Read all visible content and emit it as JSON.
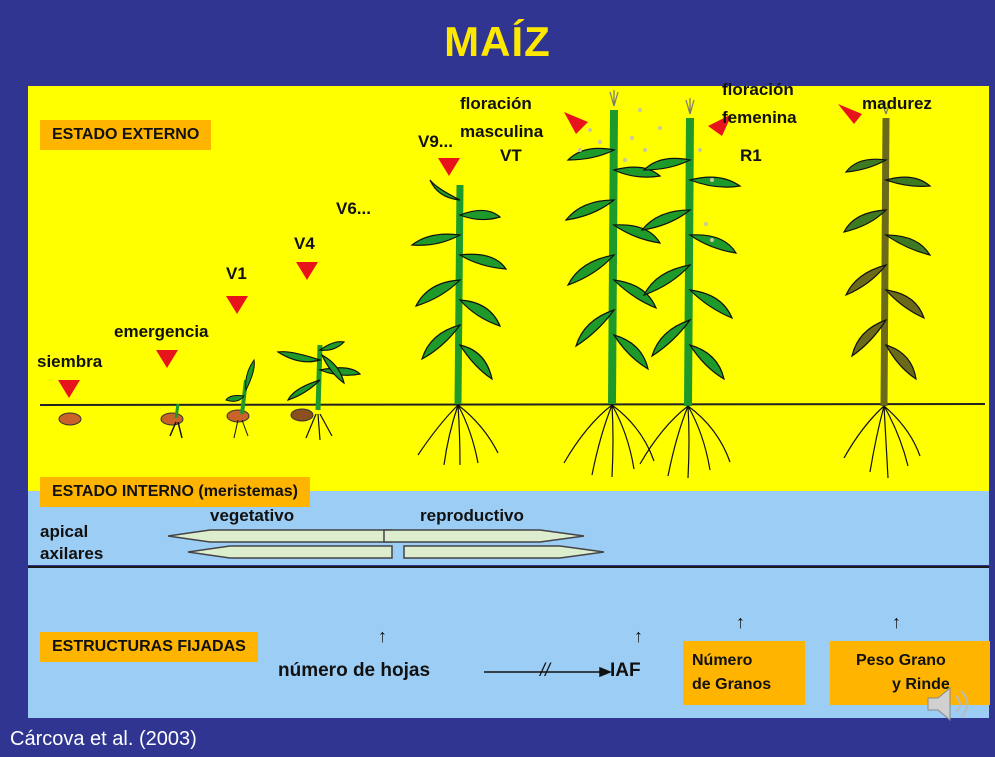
{
  "title": "MAÍZ",
  "sections": {
    "externo": "ESTADO EXTERNO",
    "interno": "ESTADO INTERNO (meristemas)",
    "fijadas": "ESTRUCTURAS FIJADAS"
  },
  "stages": {
    "siembra": "siembra",
    "emergencia": "emergencia",
    "v1": "V1",
    "v4": "V4",
    "v6": "V6...",
    "v9": "V9...",
    "floracion_masc_1": "floración",
    "floracion_masc_2": "masculina",
    "vt": "VT",
    "floracion_fem_1": "floración",
    "floracion_fem_2": "femenina",
    "r1": "R1",
    "madurez": "madurez"
  },
  "meristems": {
    "apical": "apical",
    "axilares": "axilares",
    "vegetativo": "vegetativo",
    "reproductivo": "reproductivo"
  },
  "structures": {
    "numero_hojas": "número de hojas",
    "break_mark": "//",
    "iaf": "IAF",
    "granos_1": "Número",
    "granos_2": "de Granos",
    "peso_1": "Peso Grano",
    "peso_2": "y Rinde"
  },
  "credit": "Cárcova et al. (2003)",
  "colors": {
    "background": "#2f3590",
    "title": "#ffe800",
    "yellow_panel": "#ffff00",
    "blue_panel": "#9ccdf5",
    "tag": "#ffb400",
    "marker": "#e8141c",
    "leaf": "#1e9a2a"
  }
}
